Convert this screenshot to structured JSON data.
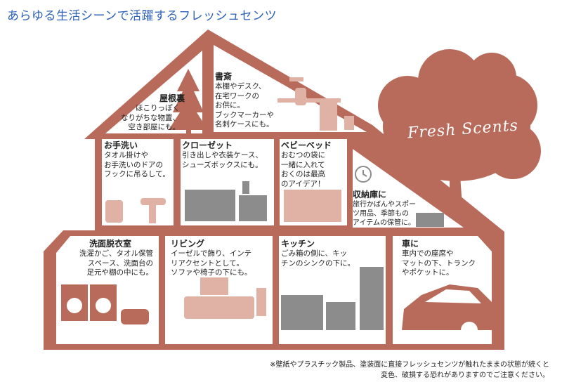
{
  "title": "あらゆる生活シーンで活躍するフレッシュセンツ",
  "brand_logo": "Fresh Scents",
  "colors": {
    "house": "#b86a5b",
    "title": "#2f62b8",
    "furniture_light": "#e0b2a6",
    "furniture_gray": "#8c8c8c"
  },
  "rooms": {
    "attic": {
      "name": "屋根裏",
      "lines": [
        "ほこりっぽく",
        "なりがちな物置、",
        "空き部屋にも。"
      ]
    },
    "study": {
      "name": "書斎",
      "lines": [
        "本棚やデスク、",
        "在宅ワークの",
        "お供に。",
        "ブックマーカーや",
        "名刺ケースにも。"
      ]
    },
    "toilet": {
      "name": "お手洗い",
      "lines": [
        "タオル掛けや",
        "お手洗いのドアの",
        "フックに吊るして。"
      ]
    },
    "closet": {
      "name": "クローゼット",
      "lines": [
        "引き出しや衣装ケース、",
        "シューズボックスにも。"
      ]
    },
    "baby_bed": {
      "name": "ベビーベッド",
      "lines": [
        "おむつの袋に",
        "一緒に入れて",
        "おくのは最高",
        "のアイデア！"
      ]
    },
    "storage": {
      "name": "収納庫に",
      "lines": [
        "旅行かばんやスポー",
        "ツ用品、季節もの",
        "アイテムの保管に。"
      ]
    },
    "washroom": {
      "name": "洗面脱衣室",
      "lines": [
        "洗濯かご、タオル保管",
        "スペース、洗面台の",
        "足元や棚の中にも。"
      ]
    },
    "living": {
      "name": "リビング",
      "lines": [
        "イーゼルで飾り、インテ",
        "リアクセントとして。",
        "ソファや椅子の下にも。"
      ]
    },
    "kitchen": {
      "name": "キッチン",
      "lines": [
        "ごみ箱の側に、キッ",
        "チンのシンクの下に。"
      ]
    },
    "car": {
      "name": "車に",
      "lines": [
        "車内での座席や",
        "マットの下、トランク",
        "やポケットに。"
      ]
    }
  },
  "note": [
    "※壁紙やプラスチック製品、塗装面に直接フレッシュセンツが触れたままの状態が続くと",
    "変色、破損する恐れがありますのでご注意ください。"
  ]
}
